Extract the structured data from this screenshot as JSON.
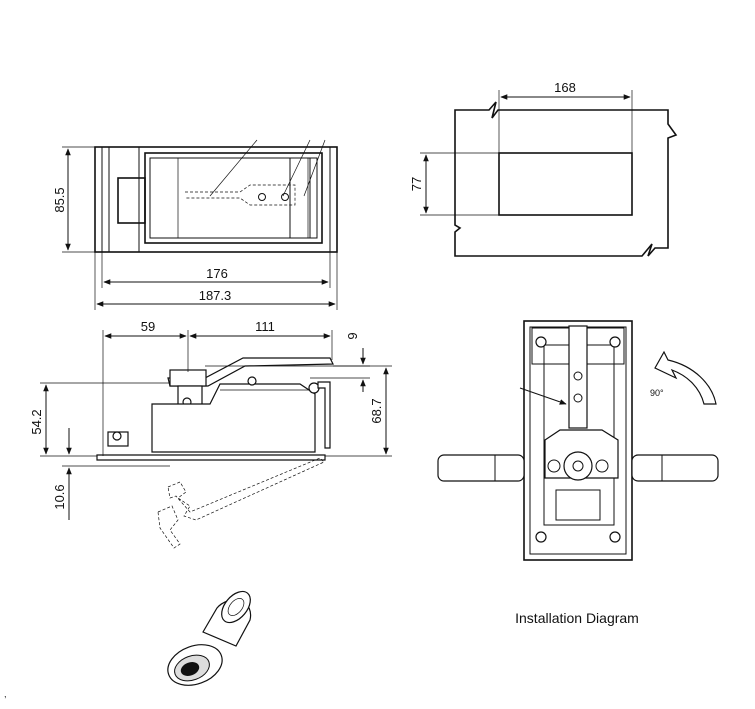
{
  "front_view": {
    "height": "85.5",
    "inner_width": "176",
    "overall_width": "187.3"
  },
  "cutout_view": {
    "width": "168",
    "height": "77"
  },
  "side_view": {
    "left_offset": "59",
    "right_span": "111",
    "top_gap": "9",
    "body_height": "54.2",
    "total_height": "68.7",
    "bottom_depth": "10.6"
  },
  "installation": {
    "rotation": "90°",
    "caption": "Installation Diagram"
  },
  "stray_mark": ","
}
